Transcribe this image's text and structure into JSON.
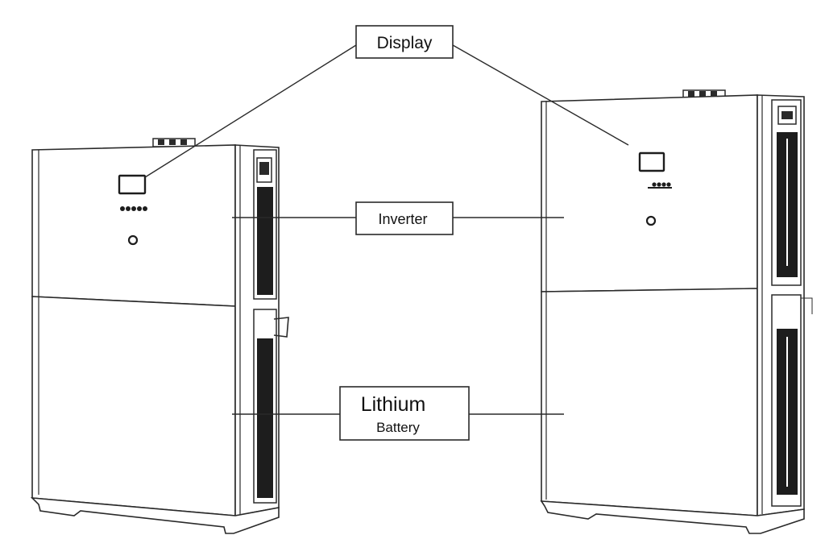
{
  "labels": {
    "display": "Display",
    "inverter": "Inverter",
    "battery_line1": "Lithium",
    "battery_line2": "Battery"
  },
  "colors": {
    "line": "#2a2a2a",
    "vent": "#1d1d1d",
    "background": "#ffffff"
  }
}
